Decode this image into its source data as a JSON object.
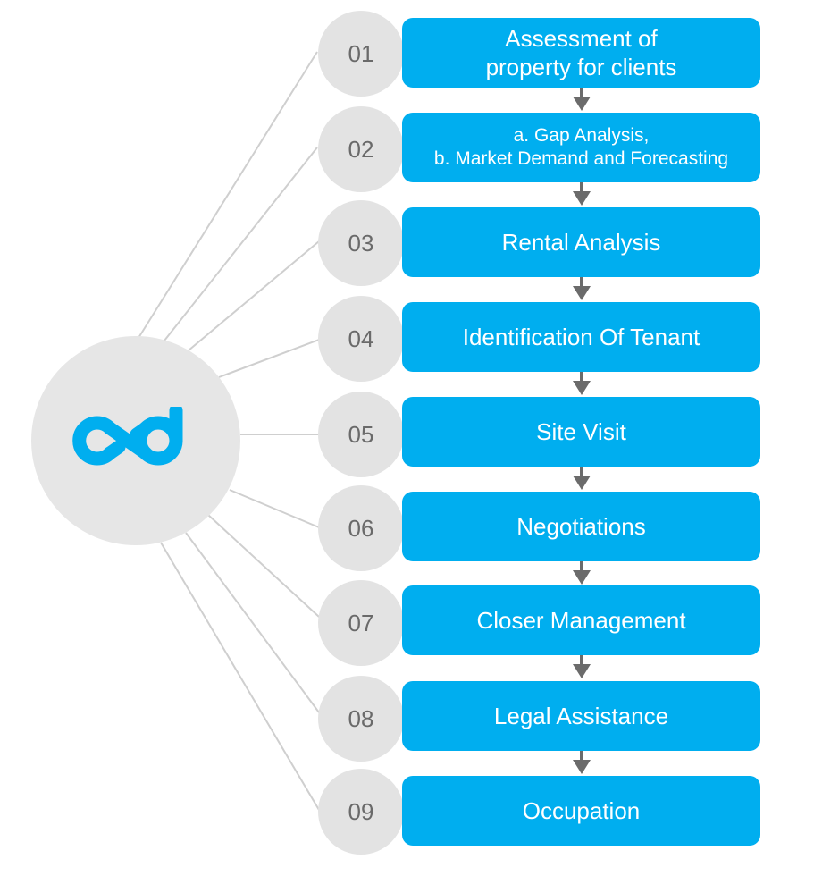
{
  "diagram": {
    "hub": {
      "logo_icon": "cb-infinity-logo-icon",
      "background": "#e6e6e6",
      "logo_color": "#00aeef"
    },
    "accent_color": "#00aeef",
    "steps": [
      {
        "number": "01",
        "label": "Assessment of\nproperty for clients"
      },
      {
        "number": "02",
        "label": "a. Gap Analysis,\nb. Market Demand and Forecasting"
      },
      {
        "number": "03",
        "label": "Rental Analysis"
      },
      {
        "number": "04",
        "label": "Identification Of Tenant"
      },
      {
        "number": "05",
        "label": "Site Visit"
      },
      {
        "number": "06",
        "label": "Negotiations"
      },
      {
        "number": "07",
        "label": "Closer Management"
      },
      {
        "number": "08",
        "label": "Legal Assistance"
      },
      {
        "number": "09",
        "label": "Occupation"
      }
    ]
  }
}
